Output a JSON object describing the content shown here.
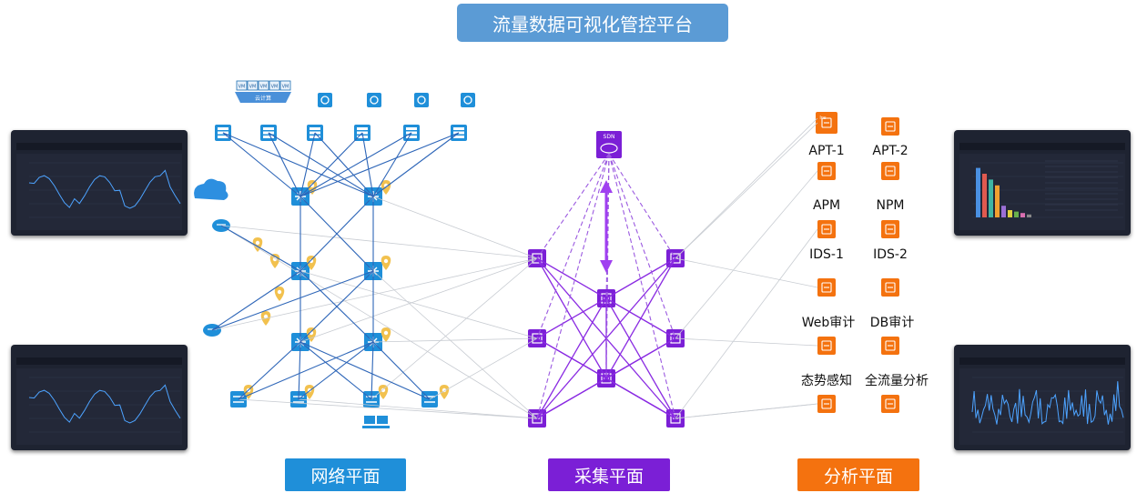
{
  "title": "流量数据可视化管控平台",
  "planes": {
    "network": "网络平面",
    "collection": "采集平面",
    "analysis": "分析平面"
  },
  "cloud_compute": {
    "vm_label": "VM",
    "vm_count": 5,
    "label": "云计算"
  },
  "sdn_label": "SDN",
  "analysis_tools": [
    {
      "label": "APT-1",
      "icon": "apt-icon"
    },
    {
      "label": "APT-2",
      "icon": "database-icon"
    },
    {
      "label": "APM",
      "icon": "list-icon"
    },
    {
      "label": "NPM",
      "icon": "network-monitor-icon"
    },
    {
      "label": "IDS-1",
      "icon": "filter-icon"
    },
    {
      "label": "IDS-2",
      "icon": "filter-icon"
    },
    {
      "label": "Web审计",
      "icon": "globe-search-icon"
    },
    {
      "label": "DB审计",
      "icon": "document-search-icon"
    },
    {
      "label": "态势感知",
      "icon": "report-search-icon"
    },
    {
      "label": "全流量分析",
      "icon": "grid-report-icon"
    }
  ],
  "tool_badge": "Ins",
  "colors": {
    "network": "#1f8fd9",
    "collection": "#7b1fd6",
    "analysis": "#f4720f",
    "title_bg": "#5b9bd5",
    "pin": "#f2c14e",
    "panel_bg": "#1e2331"
  },
  "panels": [
    {
      "position": "top-left",
      "type": "line"
    },
    {
      "position": "bottom-left",
      "type": "line"
    },
    {
      "position": "top-right",
      "type": "bar"
    },
    {
      "position": "bottom-right",
      "type": "spiky"
    }
  ]
}
